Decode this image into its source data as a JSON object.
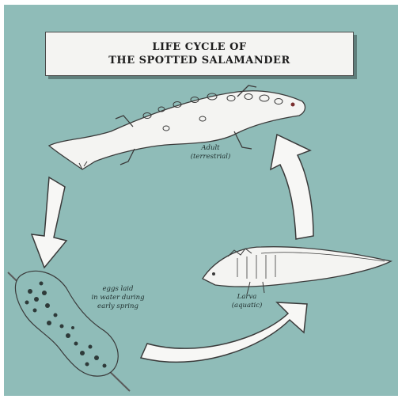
{
  "title": {
    "line1": "LIFE CYCLE OF",
    "line2": "THE SPOTTED SALAMANDER"
  },
  "stages": {
    "adult": {
      "name": "Adult",
      "habitat": "(terrestrial)"
    },
    "larva": {
      "name": "Larva",
      "habitat": "(aquatic)"
    },
    "eggs": {
      "line1": "eggs laid",
      "line2": "in water during",
      "line3": "early spring"
    }
  },
  "colors": {
    "background": "#8fbcb8",
    "arrow_fill": "#f7f7f5",
    "outline": "#3a3a3a"
  }
}
